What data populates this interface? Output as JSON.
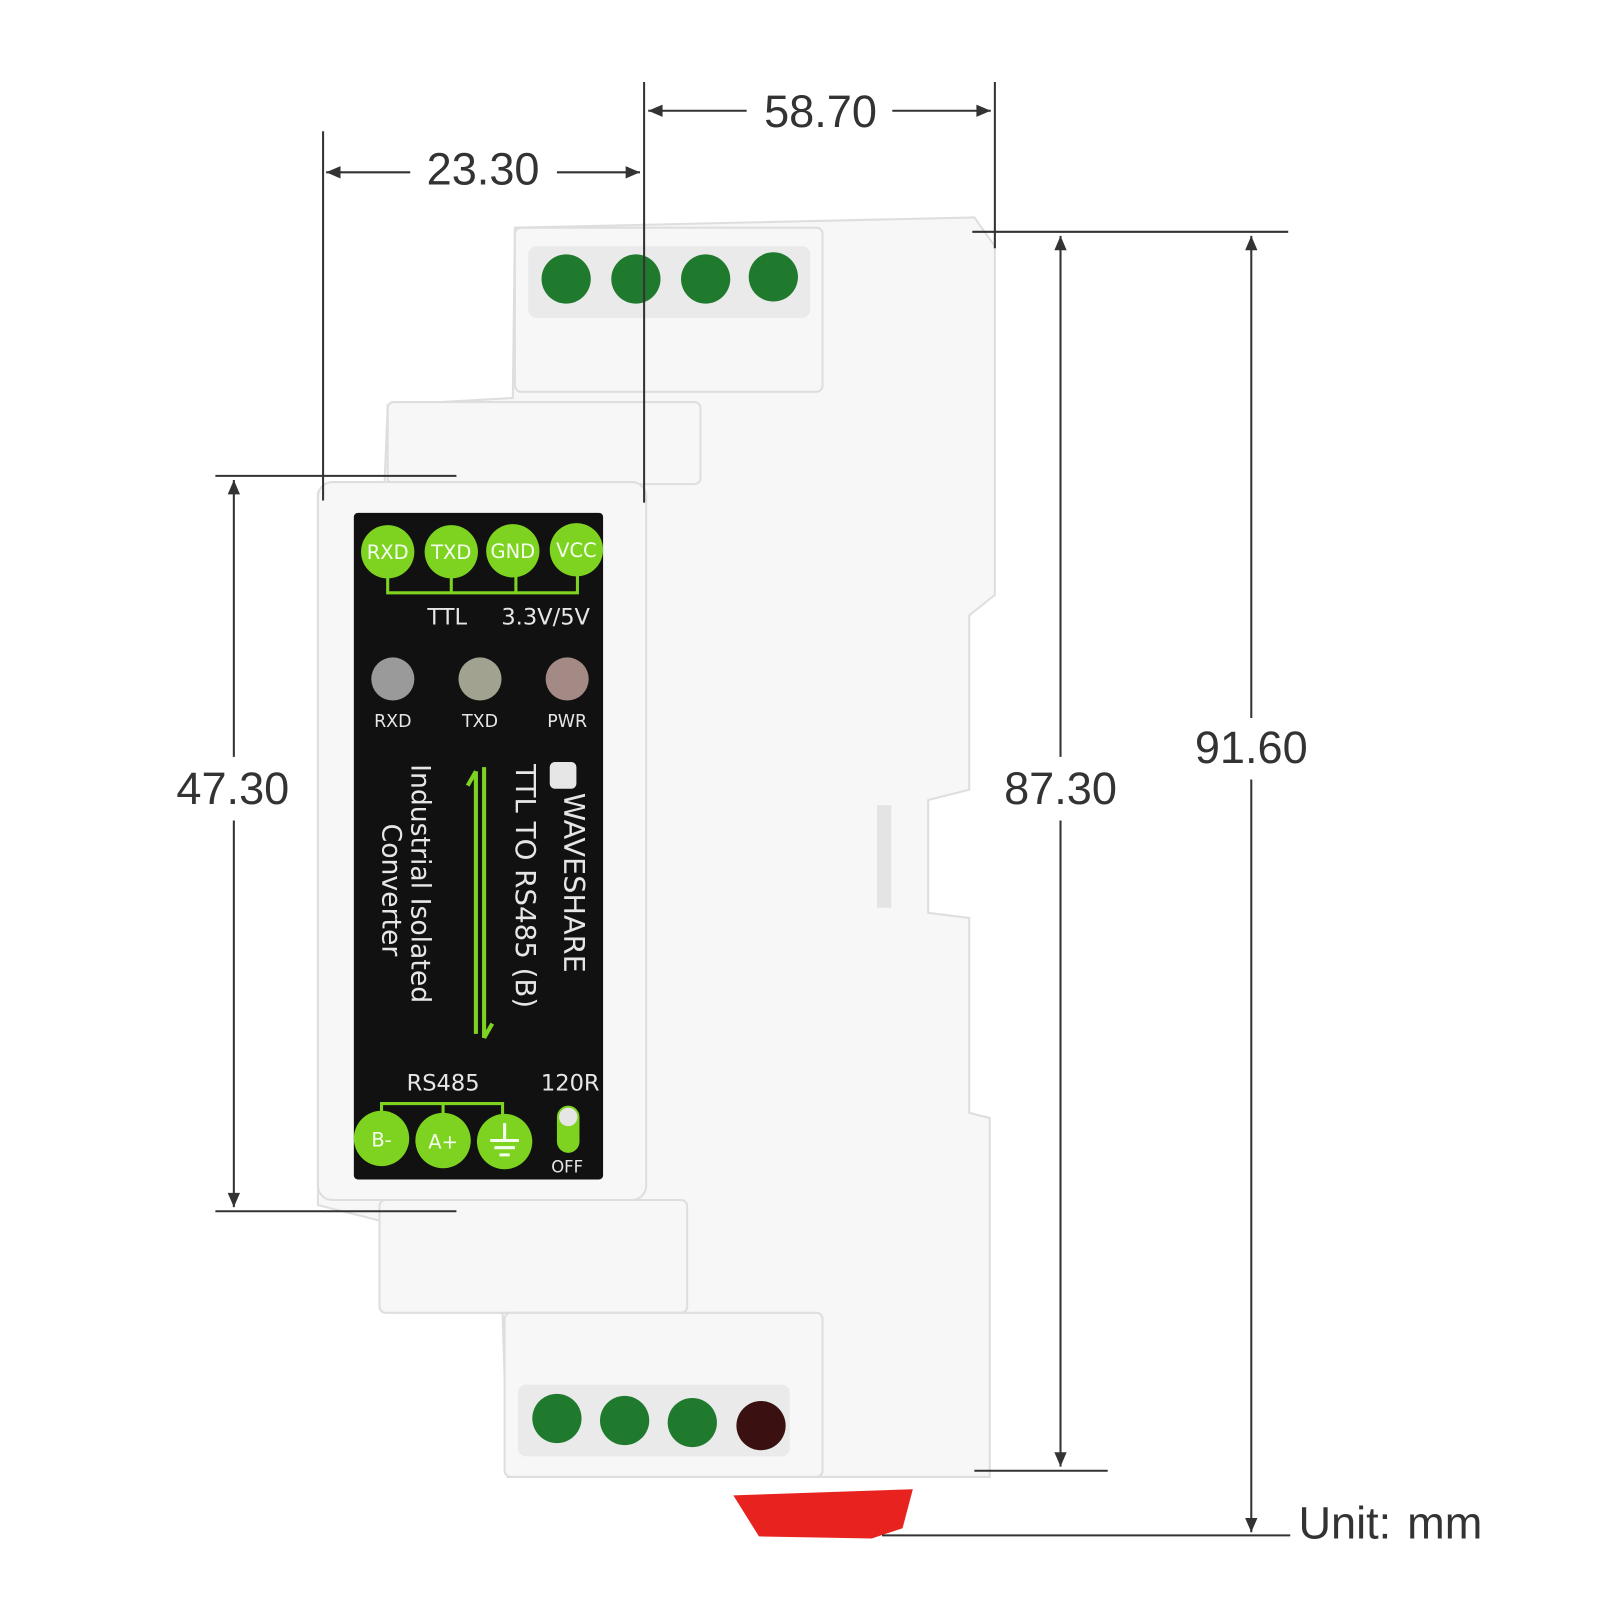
{
  "dimensions": {
    "top_width": "58.70",
    "front_offset": "23.30",
    "panel_height": "47.30",
    "body_height": "87.30",
    "total_height": "91.60",
    "unit_label": "Unit:",
    "unit_value": "mm"
  },
  "label_panel": {
    "ttl_pins": [
      "RXD",
      "TXD",
      "GND",
      "VCC"
    ],
    "ttl_label": "TTL",
    "voltage_label": "3.3V/5V",
    "leds": [
      "RXD",
      "TXD",
      "PWR"
    ],
    "brand": "WAVESHARE",
    "product_name": "TTL TO RS485 (B)",
    "description_line1": "Industrial Isolated",
    "description_line2": "Converter",
    "rs485_label": "RS485",
    "rs485_pins": [
      "B-",
      "A+"
    ],
    "resistor_label": "120R",
    "switch_state": "OFF"
  },
  "colors": {
    "pin_green": "#7ed321",
    "panel_black": "#111111",
    "rail_clip_red": "#e8231f",
    "terminal_green": "#1f7a2e"
  }
}
